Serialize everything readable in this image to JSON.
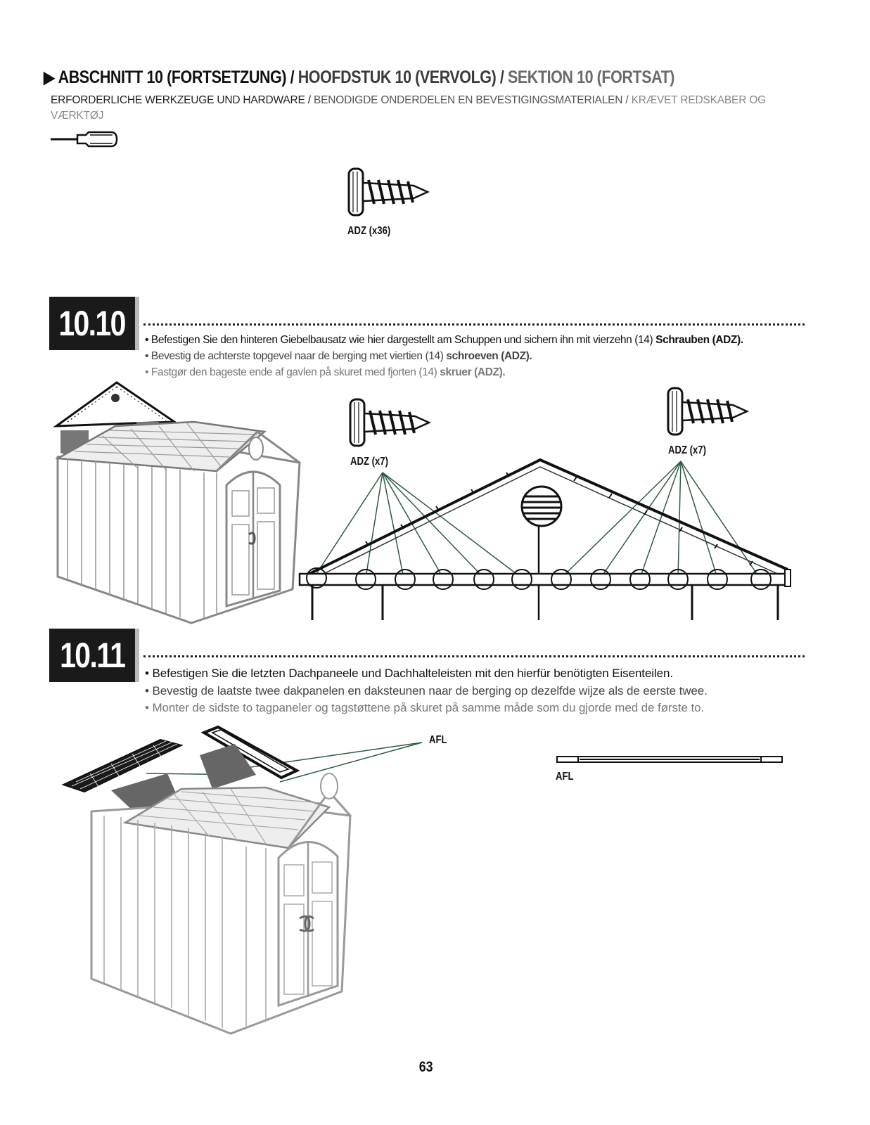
{
  "header": {
    "title_part1": "ABSCHNITT 10 (FORTSETZUNG) /",
    "title_part2": "HOOFDSTUK 10 (VERVOLG) /",
    "title_part3": "SEKTION 10 (FORTSAT)",
    "tools_part1": "ERFORDERLICHE WERKZEUGE UND HARDWARE /",
    "tools_part2": "BENODIGDE ONDERDELEN EN BEVESTIGINGSMATERIALEN /",
    "tools_part3": "KRÆVET REDSKABER OG VÆRKTØJ"
  },
  "hardware": {
    "screw_label": "ADZ (x36)"
  },
  "step_10_10": {
    "number": "10.10",
    "de_text": "• Befestigen Sie den hinteren Giebelbausatz wie hier dargestellt am Schuppen und sichern ihn mit vierzehn (14)",
    "de_bold": "Schrauben (ADZ).",
    "nl_text": "• Bevestig de achterste topgevel naar de berging met viertien (14)",
    "nl_bold": "schroeven (ADZ).",
    "da_text": "• Fastgør den bageste ende af gavlen på skuret med fjorten (14)",
    "da_bold": "skruer (ADZ).",
    "left_screw_label": "ADZ (x7)",
    "right_screw_label": "ADZ (x7)"
  },
  "step_10_11": {
    "number": "10.11",
    "de_text": "• Befestigen Sie die letzten Dachpaneele und Dachhalteleisten mit den hierfür benötigten Eisenteilen.",
    "nl_text": "• Bevestig de laatste twee dakpanelen en daksteunen naar de berging op dezelfde wijze als de eerste twee.",
    "da_text": "• Monter de sidste to tagpaneler og tagstøttene på skuret på samme måde som du gjorde med de første to.",
    "callout_label": "AFL",
    "part_label": "AFL"
  },
  "footer": {
    "page_number": "63"
  }
}
